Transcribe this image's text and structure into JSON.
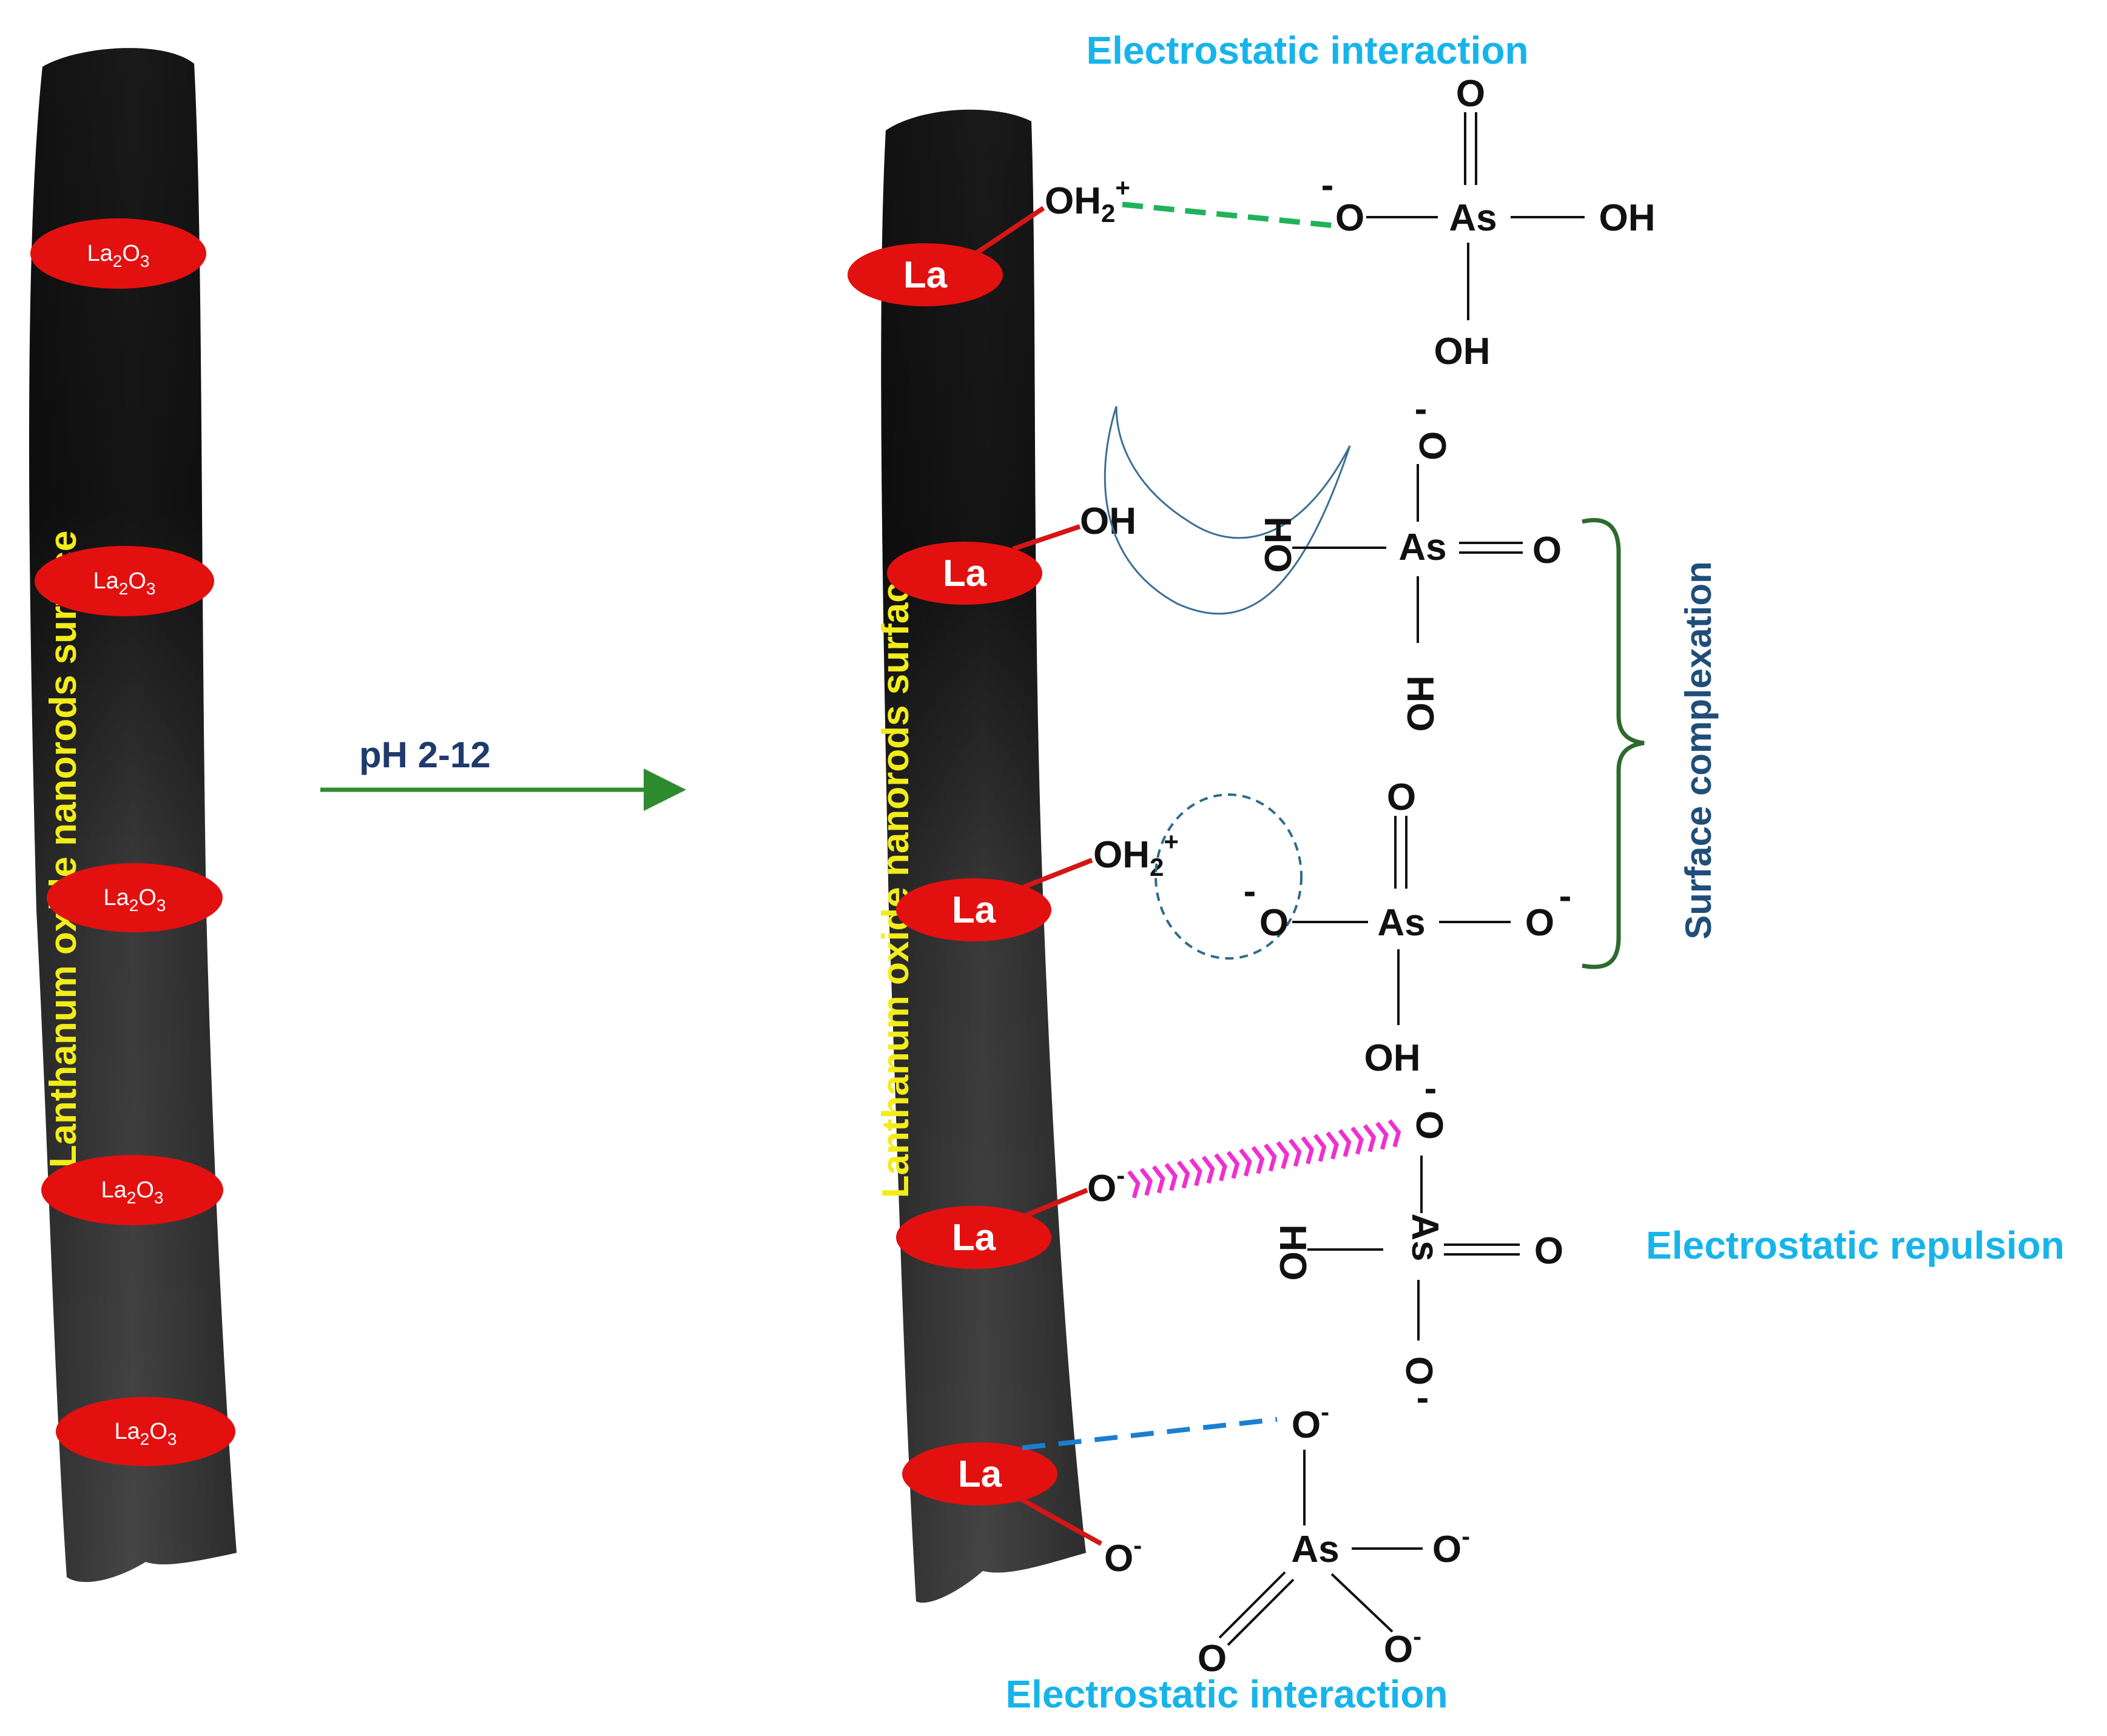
{
  "left_rod": {
    "vertical_label": "Lanthanum oxide nanorods surface",
    "site_label_main": "La",
    "site_label_sub1": "2",
    "site_label_mid": "O",
    "site_label_sub2": "3"
  },
  "arrow": {
    "label": "pH 2-12"
  },
  "right_rod": {
    "vertical_label": "Lanthanum oxide nanorods surface",
    "la": "La"
  },
  "labels": {
    "electrostatic_interaction_top": "Electrostatic interaction",
    "electrostatic_interaction_bottom": "Electrostatic interaction",
    "electrostatic_repulsion": "Electrostatic repulsion",
    "surface_complexation": "Surface complexation"
  },
  "atoms": {
    "OH": "OH",
    "HO": "HO",
    "O": "O",
    "As": "As",
    "H": "H",
    "sub2": "2",
    "plus": "+",
    "minus": "-"
  },
  "colors": {
    "ellipse": "#e31010",
    "bond_la": "#d41616",
    "green_dash": "#1fb25a",
    "blue_dash": "#1b7fd1",
    "pink_chevron": "#f02fd0",
    "bracket": "#2c6b2c",
    "arrow": "#2e8b2e",
    "circle": "#2e6b8a"
  }
}
